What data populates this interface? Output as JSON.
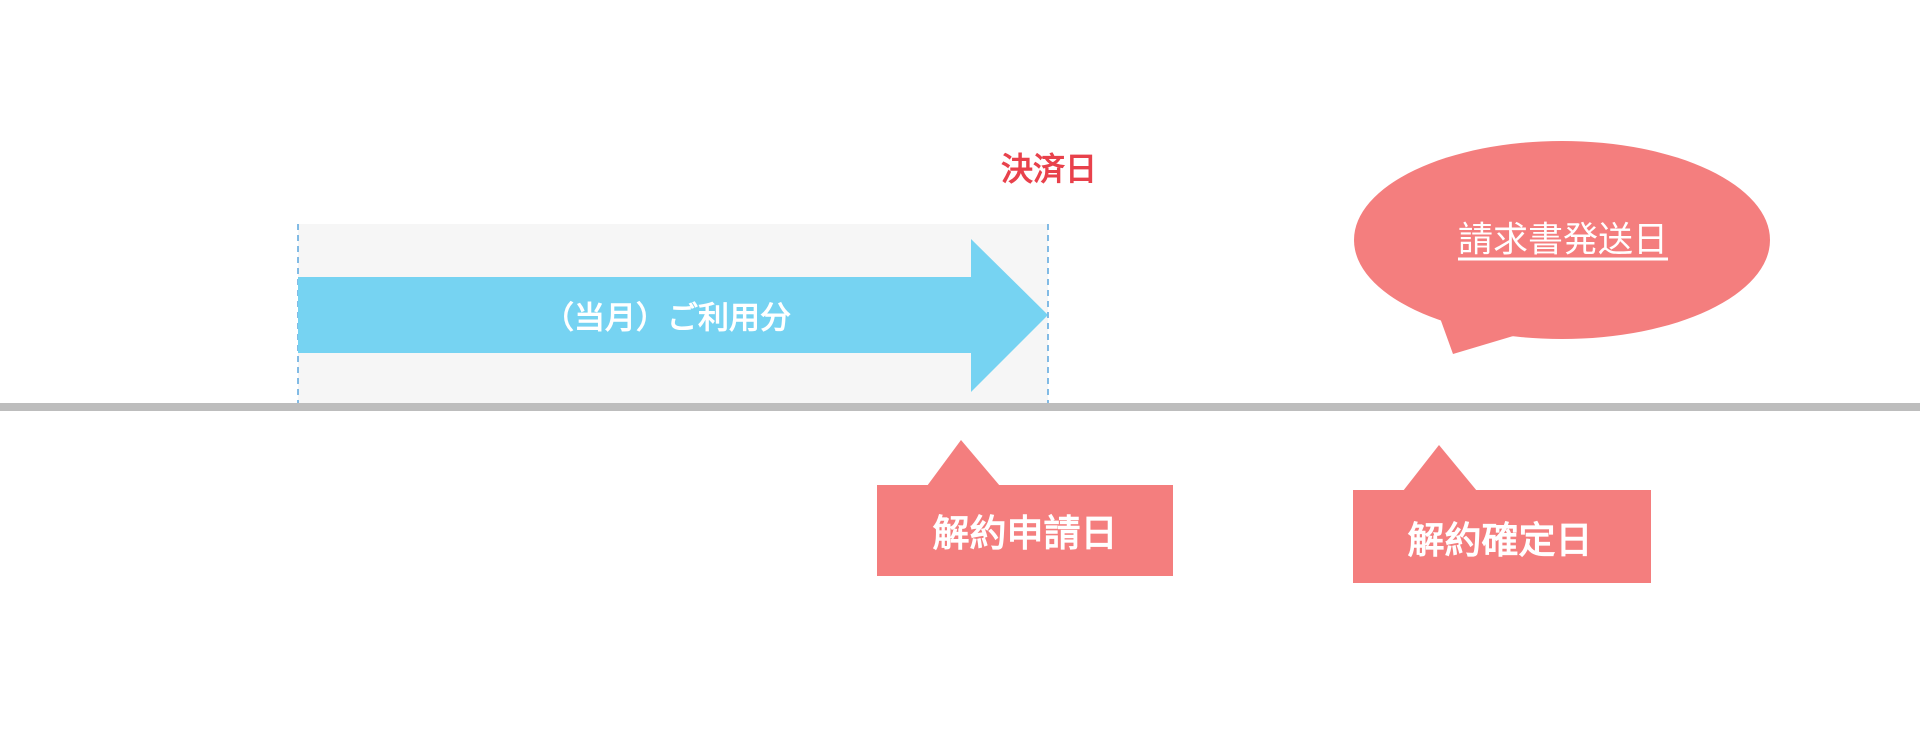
{
  "title_label": "決済日",
  "usage_arrow_label": "（当月）ご利用分",
  "invoice_bubble_label": "請求書発送日",
  "cancel_request_label": "解約申請日",
  "cancel_confirm_label": "解約確定日",
  "colors": {
    "pink": "#f47e7e",
    "blue": "#76d3f2",
    "red_text": "#e8414b",
    "timeline": "#bdbdbd",
    "band": "#f6f6f6",
    "dashed": "#5aa6dd"
  }
}
